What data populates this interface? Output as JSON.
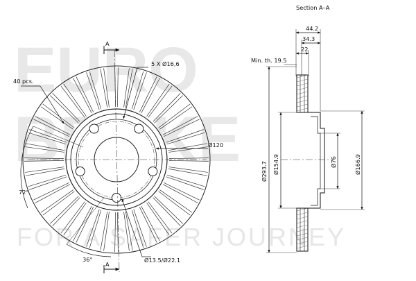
{
  "watermark": {
    "brand_line1": "EURO",
    "brand_line2": "BRAKE",
    "slogan": "FOR A SAFER JOURNEY"
  },
  "front_view": {
    "section_marker_top": "A",
    "section_marker_bottom": "A",
    "vent_count_label": "40 pcs.",
    "bolt_holes_label": "5 X Ø16,6",
    "pcd_label": "Ø120",
    "angle_72_label": "72°",
    "angle_36_label": "36°",
    "center_hole_label": "Ø13.5/Ø22.1"
  },
  "section_view": {
    "title": "Section A–A",
    "min_thickness_label": "Min. th. 19.5",
    "dim_total_height": "44.2",
    "dim_hat_height": "34.3",
    "dim_thickness": "22",
    "dim_outer_diameter": "Ø293.7",
    "dim_hat_diameter": "Ø154.9",
    "dim_bore_diameter": "Ø76",
    "dim_inner_diameter": "Ø166.9"
  }
}
